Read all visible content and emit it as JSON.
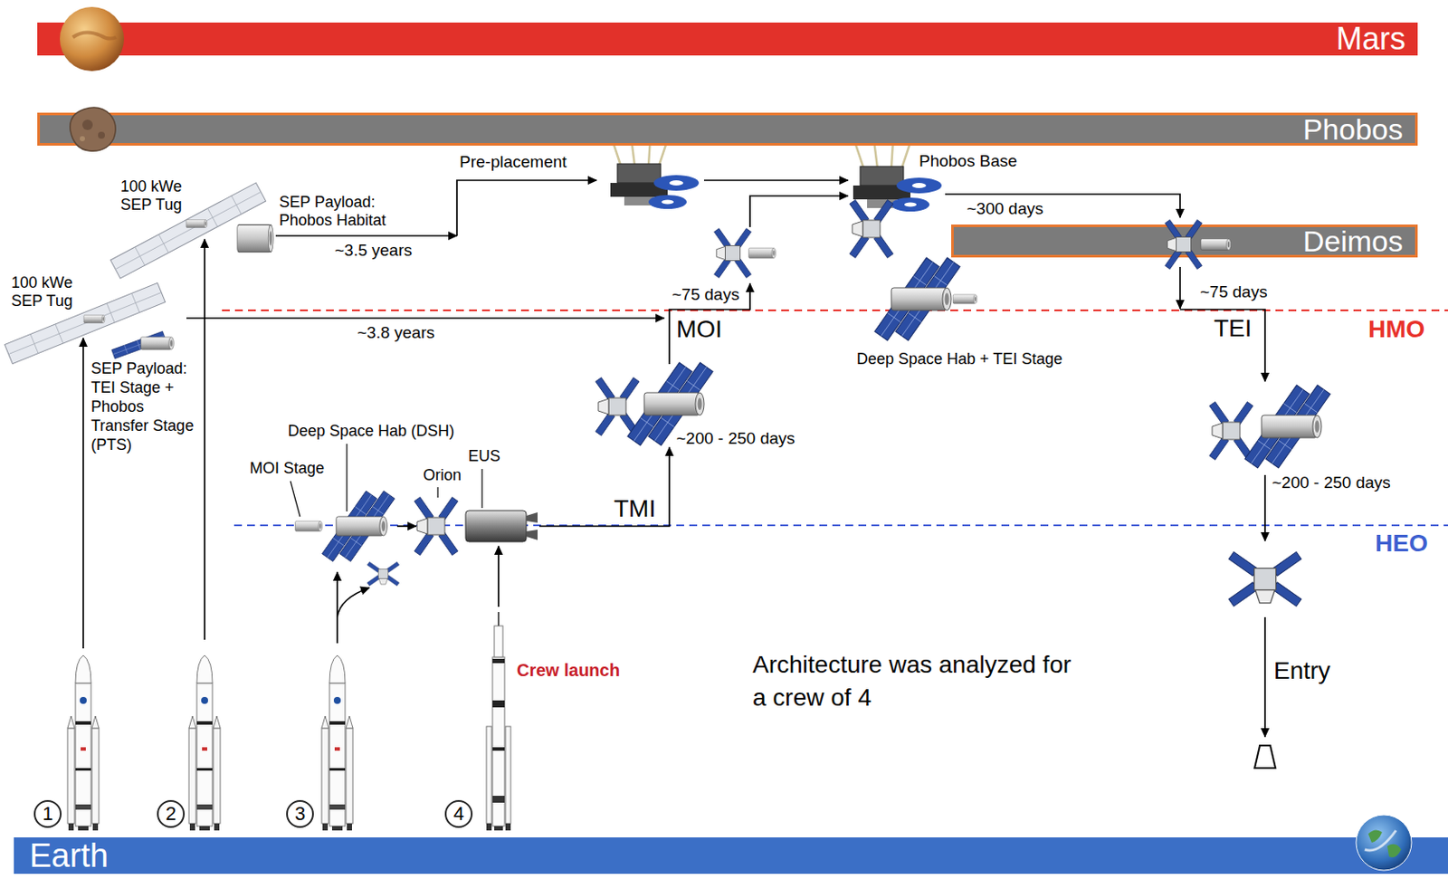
{
  "diagram": {
    "nodes": [
      {
        "text": [
          "Mars"
        ]
      },
      {
        "text": [
          "Phobos"
        ]
      },
      {
        "text": [
          "Deimos"
        ]
      },
      {
        "text": [
          "1"
        ]
      },
      {
        "text": [
          "2"
        ]
      },
      {
        "text": [
          "3"
        ]
      },
      {
        "text": [
          "4"
        ]
      },
      {
        "text": [
          "Earth"
        ]
      }
    ],
    "labels": [
      "100 kWe SEP Tug",
      "SEP Payload: Phobos Habitat",
      "~3.5 years",
      "Pre-placement",
      "Phobos Base",
      "~300 days",
      "100 kWe SEP Tug",
      "~3.8 years",
      "SEP Payload: TEI Stage + Phobos Transfer Stage (PTS)",
      "~75 days",
      "MOI",
      "~75 days",
      "TEI",
      "HMO",
      "Deep Space Hab + TEI Stage",
      "~200 - 250 days",
      "~200 - 250 days",
      "Deep Space Hab (DSH)",
      "MOI Stage",
      "EUS",
      "Orion",
      "TMI",
      "HEO",
      "Crew launch",
      "Architecture was analyzed for a crew of 4",
      "Entry"
    ]
  }
}
